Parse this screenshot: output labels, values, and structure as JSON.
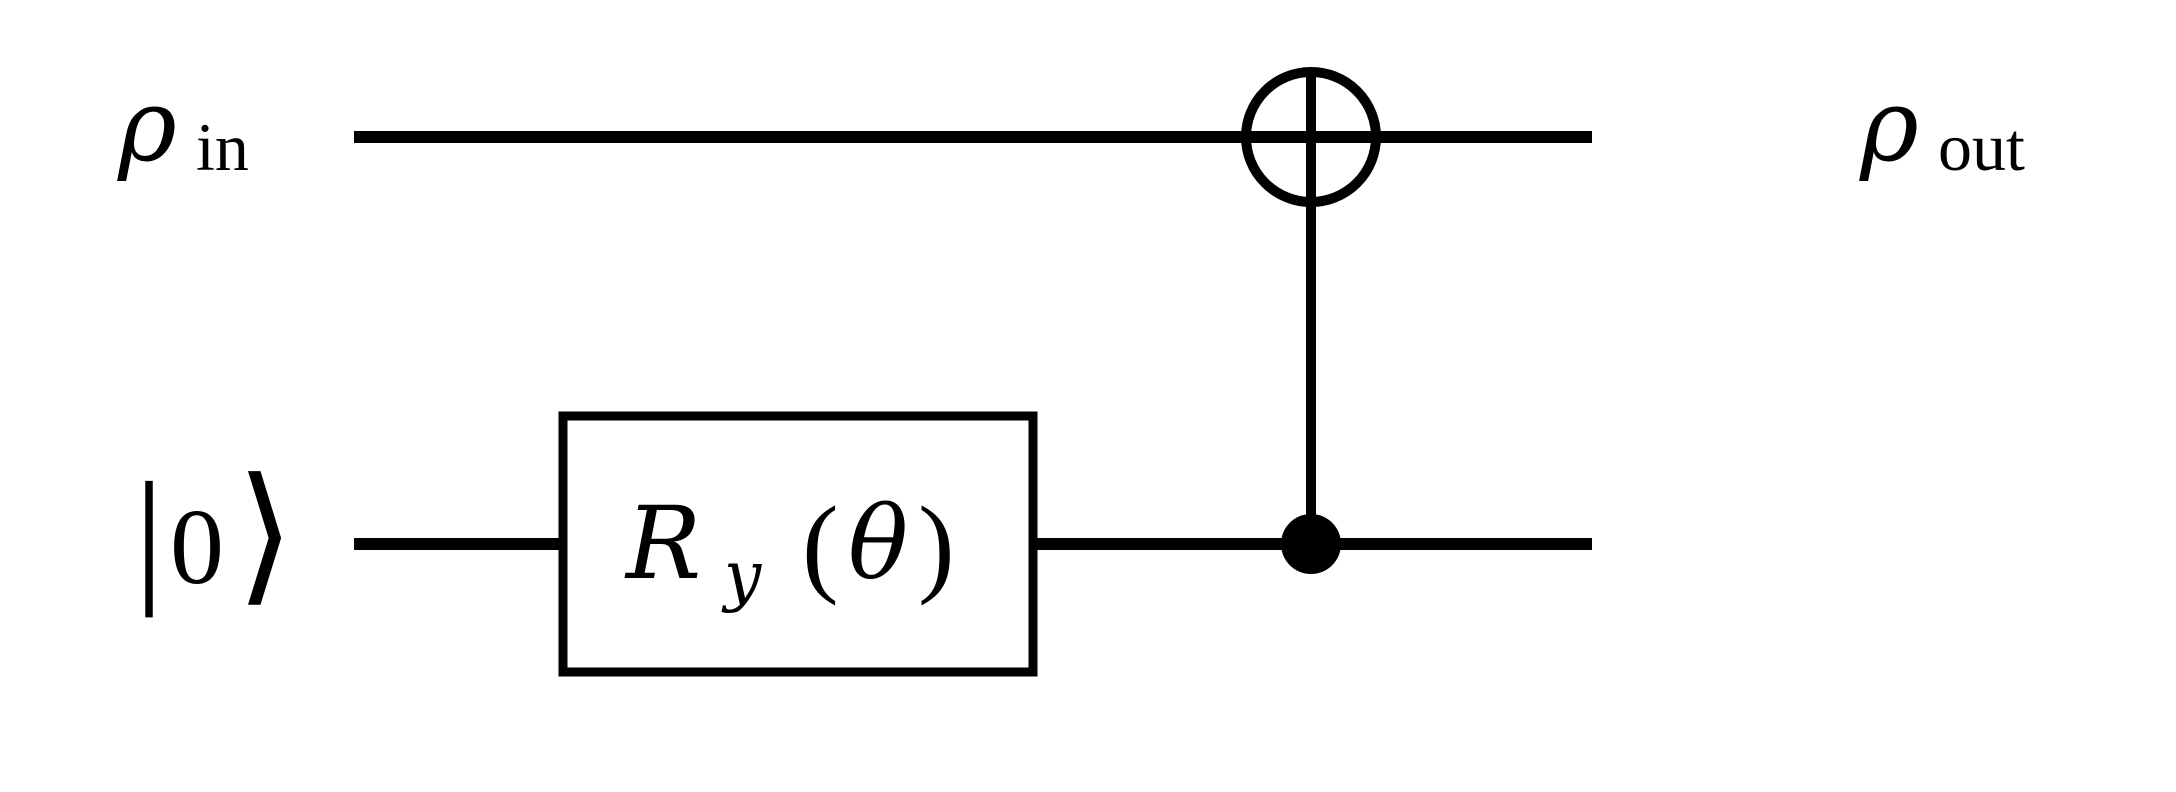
{
  "diagram": {
    "type": "quantum-circuit",
    "inputs": [
      {
        "symbol": "ρ",
        "subscript": "in"
      },
      {
        "bra": "|",
        "value": "0",
        "ket": "⟩"
      }
    ],
    "outputs": [
      {
        "symbol": "ρ",
        "subscript": "out"
      }
    ],
    "gate": {
      "symbol": "R",
      "subscript": "y",
      "argument_open": "(",
      "argument": "θ",
      "argument_close": ")"
    },
    "controlled_gate": {
      "control_qubit": 2,
      "target_qubit": 1,
      "target_symbol": "⊕"
    },
    "colors": {
      "ink": "#000000",
      "background": "#ffffff"
    }
  }
}
